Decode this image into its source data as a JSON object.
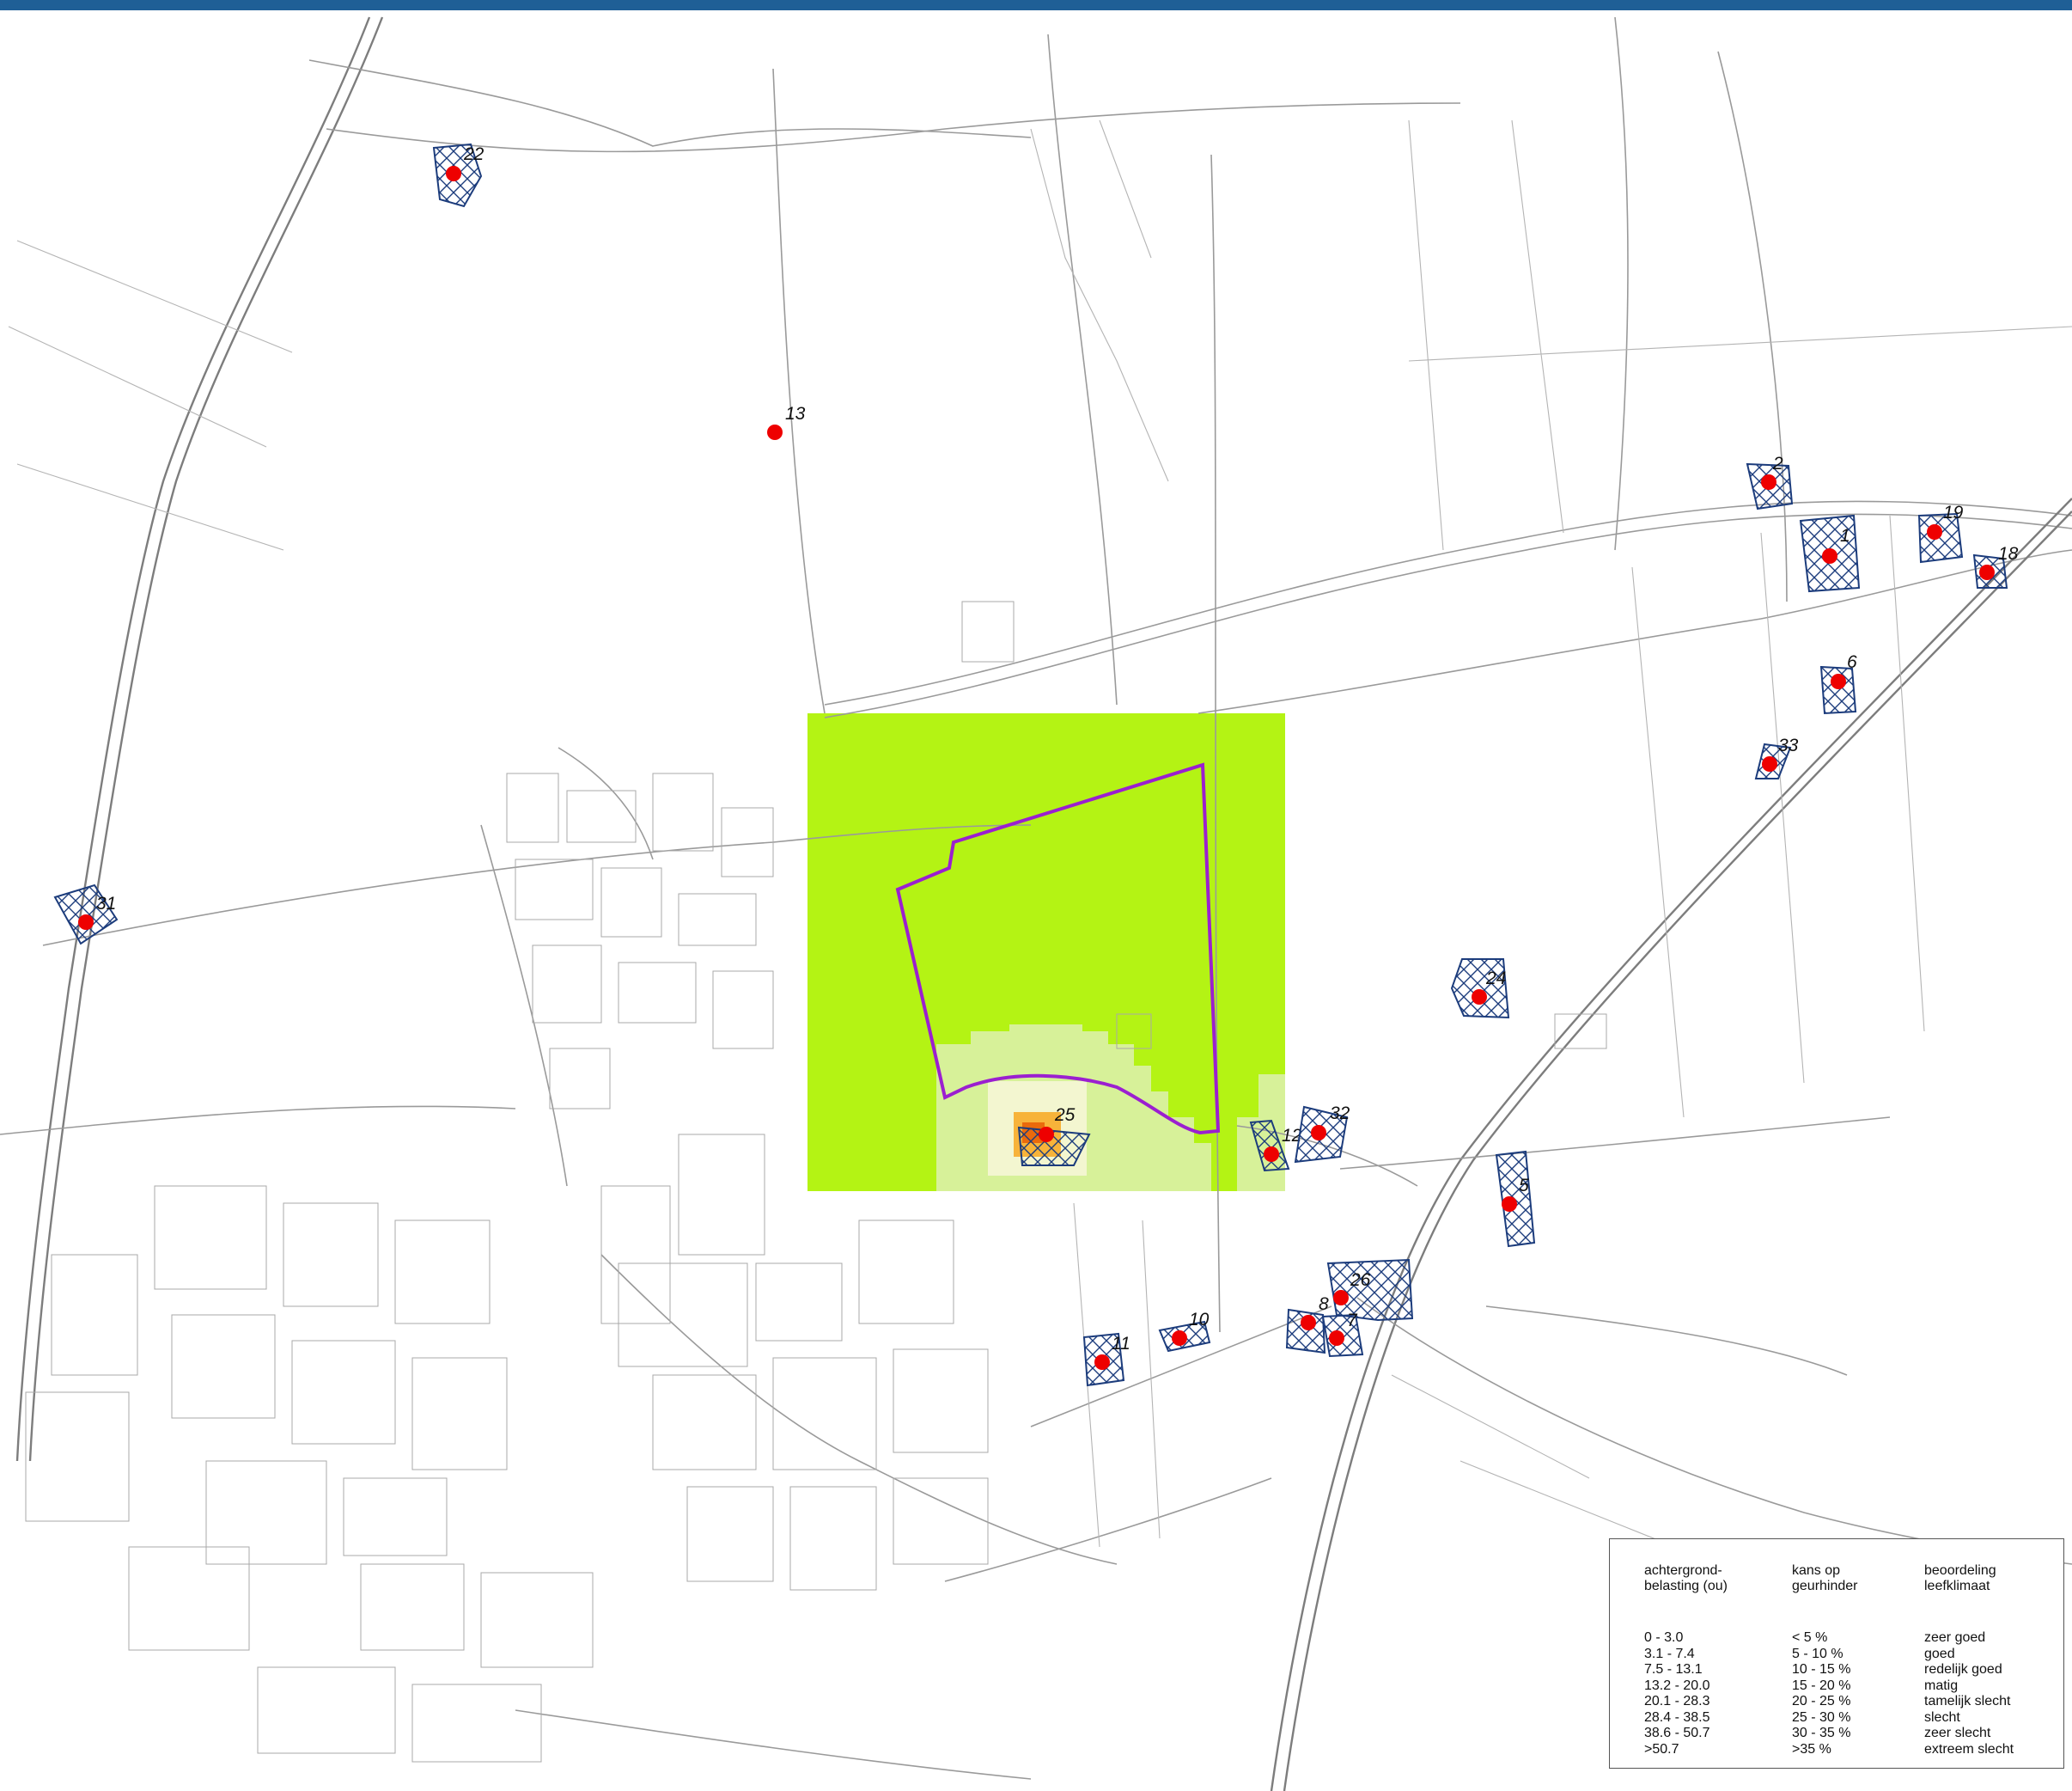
{
  "map": {
    "colors": {
      "background": "#ffffff",
      "title_bar": "#1f5f96",
      "roads": "#9a9a9a",
      "marker": "#ee0000",
      "hatch": "#1c3c7c",
      "plan_boundary": "#9b1fd0",
      "contour_lowest": "#aef200",
      "contour_second": "#d9f0a0",
      "contour_third": "#f3f6d0",
      "contour_high": "#f7b33a",
      "contour_peak": "#ea6a0c"
    },
    "markers": [
      {
        "id": "22",
        "label": "22"
      },
      {
        "id": "13",
        "label": "13"
      },
      {
        "id": "2",
        "label": "2"
      },
      {
        "id": "1",
        "label": "1"
      },
      {
        "id": "19",
        "label": "19"
      },
      {
        "id": "18",
        "label": "18"
      },
      {
        "id": "6",
        "label": "6"
      },
      {
        "id": "33",
        "label": "33"
      },
      {
        "id": "31",
        "label": "31"
      },
      {
        "id": "24",
        "label": "24"
      },
      {
        "id": "25",
        "label": "25"
      },
      {
        "id": "12",
        "label": "12"
      },
      {
        "id": "32",
        "label": "32"
      },
      {
        "id": "5",
        "label": "5"
      },
      {
        "id": "26",
        "label": "26"
      },
      {
        "id": "8",
        "label": "8"
      },
      {
        "id": "7",
        "label": "7"
      },
      {
        "id": "10",
        "label": "10"
      },
      {
        "id": "11",
        "label": "11"
      }
    ]
  },
  "legend": {
    "headers": {
      "col1": [
        "achtergrond-",
        "belasting (ou)"
      ],
      "col2": [
        "kans op",
        "geurhinder"
      ],
      "col3": [
        "beoordeling",
        "leefklimaat"
      ]
    },
    "rows": [
      {
        "range": "0 - 3.0",
        "chance": "< 5 %",
        "rating": "zeer goed"
      },
      {
        "range": "3.1 - 7.4",
        "chance": "5 - 10 %",
        "rating": "goed"
      },
      {
        "range": "7.5 - 13.1",
        "chance": "10 - 15 %",
        "rating": "redelijk goed"
      },
      {
        "range": "13.2 - 20.0",
        "chance": "15 - 20 %",
        "rating": "matig"
      },
      {
        "range": "20.1 - 28.3",
        "chance": "20 - 25 %",
        "rating": "tamelijk slecht"
      },
      {
        "range": "28.4 - 38.5",
        "chance": "25 - 30 %",
        "rating": "slecht"
      },
      {
        "range": "38.6 - 50.7",
        "chance": "30 - 35 %",
        "rating": "zeer slecht"
      },
      {
        "range": ">50.7",
        "chance": ">35  %",
        "rating": "extreem slecht"
      }
    ]
  }
}
